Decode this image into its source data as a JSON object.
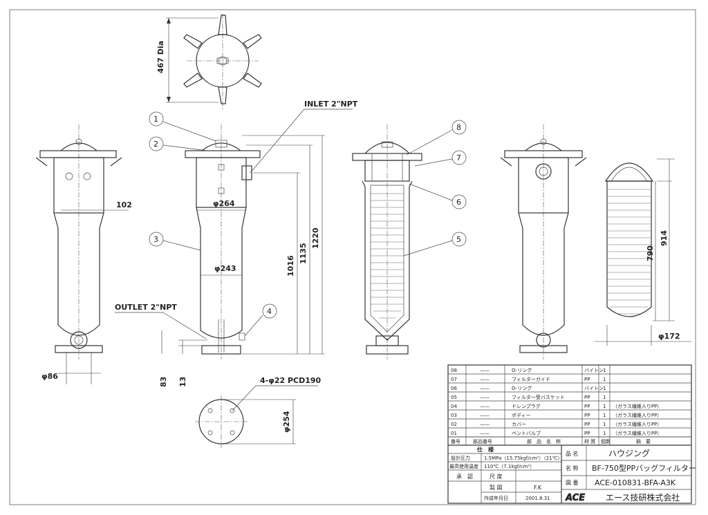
{
  "notes": {
    "dia_467": "467 Dia",
    "inlet": "INLET 2\"NPT",
    "outlet": "OUTLET 2\"NPT",
    "pcd": "4-φ22 PCD190"
  },
  "dimensions": {
    "d102": "102",
    "d264": "φ264",
    "d243": "φ243",
    "d86": "φ86",
    "d83": "83",
    "d13": "13",
    "d1016": "1016",
    "d1135": "1135",
    "d1220": "1220",
    "d254": "φ254",
    "d790": "790",
    "d914": "914",
    "d172": "φ172"
  },
  "balloons": [
    "1",
    "2",
    "3",
    "4",
    "5",
    "6",
    "7",
    "8"
  ],
  "parts": [
    {
      "no": "08",
      "code": "——",
      "name": "O-リング",
      "material": "バイトン",
      "qty": "1",
      "note": ""
    },
    {
      "no": "07",
      "code": "——",
      "name": "フィルターガイド",
      "material": "PP",
      "qty": "1",
      "note": ""
    },
    {
      "no": "06",
      "code": "——",
      "name": "O-リング",
      "material": "バイトン",
      "qty": "1",
      "note": ""
    },
    {
      "no": "05",
      "code": "——",
      "name": "フィルター受バスケット",
      "material": "PP",
      "qty": "1",
      "note": ""
    },
    {
      "no": "04",
      "code": "——",
      "name": "ドレンプラグ",
      "material": "PP",
      "qty": "1",
      "note": "（ガラス繊維入りPP）"
    },
    {
      "no": "03",
      "code": "——",
      "name": "ボディー",
      "material": "PP",
      "qty": "1",
      "note": "（ガラス繊維入りPP）"
    },
    {
      "no": "02",
      "code": "——",
      "name": "カバー",
      "material": "PP",
      "qty": "1",
      "note": "（ガラス繊維入りPP）"
    },
    {
      "no": "01",
      "code": "——",
      "name": "ベントバルブ",
      "material": "PP",
      "qty": "1",
      "note": "（ガラス繊維入りPP）"
    }
  ],
  "parts_header": {
    "no": "番号",
    "code": "部品番号",
    "name": "部　品　名　称",
    "material": "材 質",
    "qty": "個数",
    "note": "摘　要"
  },
  "spec": {
    "title": "仕　様",
    "pressure_label": "設計圧力",
    "pressure_value": "1.5MPa（15.75kgf/cm²）（21℃）",
    "temp_label": "最高使用温度",
    "temp_value": "110℃（7.1kgf/cm²）"
  },
  "title_block": {
    "item_label": "品 名",
    "item_value": "ハウジング",
    "name_label": "名 称",
    "name_value": "BF-750型PPバッグフィルター",
    "drawing_label": "図 番",
    "drawing_value": "ACE-010831-BFA-A3K",
    "approve_label": "承　認",
    "scale_label": "尺 度",
    "drawn_label": "製 図",
    "drawn_value": "F.K",
    "date_label": "作成年月日",
    "date_value": "2001.8.31",
    "logo": "ACE",
    "company": "エース技研株式会社"
  }
}
